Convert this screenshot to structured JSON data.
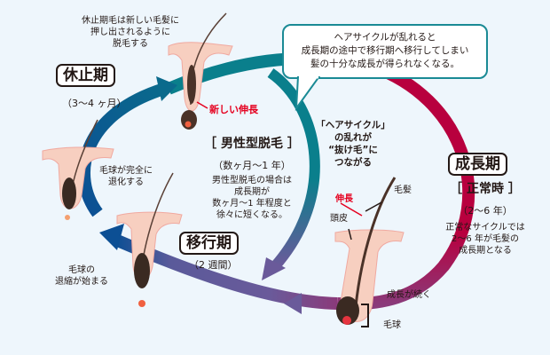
{
  "diagram": {
    "title": "ヘアサイクル",
    "colors": {
      "background": "#eef6fc",
      "telogen_arc": "#0a7f8c",
      "anagen_arc": "#b8003e",
      "catagen_arc": "#6a5a9a",
      "return_arc": "#0c4f94",
      "accent_red": "#e5001f",
      "skin": "#f7cfc0",
      "hair": "#3a2a22"
    }
  },
  "phases": {
    "telogen": {
      "label": "休止期",
      "duration": "（3～4 ヶ月）"
    },
    "anagen": {
      "label": "成長期",
      "sub": "［ 正常時 ］",
      "duration": "（2～6 年）",
      "note": [
        "正常なサイクルでは",
        "2～6 年が毛髪の",
        "成長期となる"
      ]
    },
    "catagen": {
      "label": "移行期",
      "duration": "（2 週間）"
    }
  },
  "center": {
    "title": "［ 男性型脱毛 ］",
    "duration": "（数ヶ月～1 年）",
    "note": [
      "男性型脱毛の場合は",
      "成長期が",
      "数ヶ月～1 年程度と",
      "徐々に短くなる。"
    ]
  },
  "callout": {
    "lines": [
      "ヘアサイクルが乱れると",
      "成長期の途中で移行期へ移行してしまい",
      "髪の十分な成長が得られなくなる。"
    ]
  },
  "disruption_note": [
    "「ヘアサイクル」",
    "の乱れが",
    "“抜け毛”に",
    "つながる"
  ],
  "annotations": {
    "telogen_shed": [
      "休止期毛は新しい毛髪に",
      "押し出されるように",
      "脱毛する"
    ],
    "new_growth": "新しい伸長",
    "bulb_regressed": [
      "毛球が完全に",
      "退化する"
    ],
    "bulb_shrinking": [
      "毛球の",
      "退縮が始まる"
    ],
    "growth": "伸長",
    "hair_shaft": "毛髪",
    "scalp": "頭皮",
    "growth_continues": "成長が続く",
    "hair_bulb": "毛球"
  }
}
